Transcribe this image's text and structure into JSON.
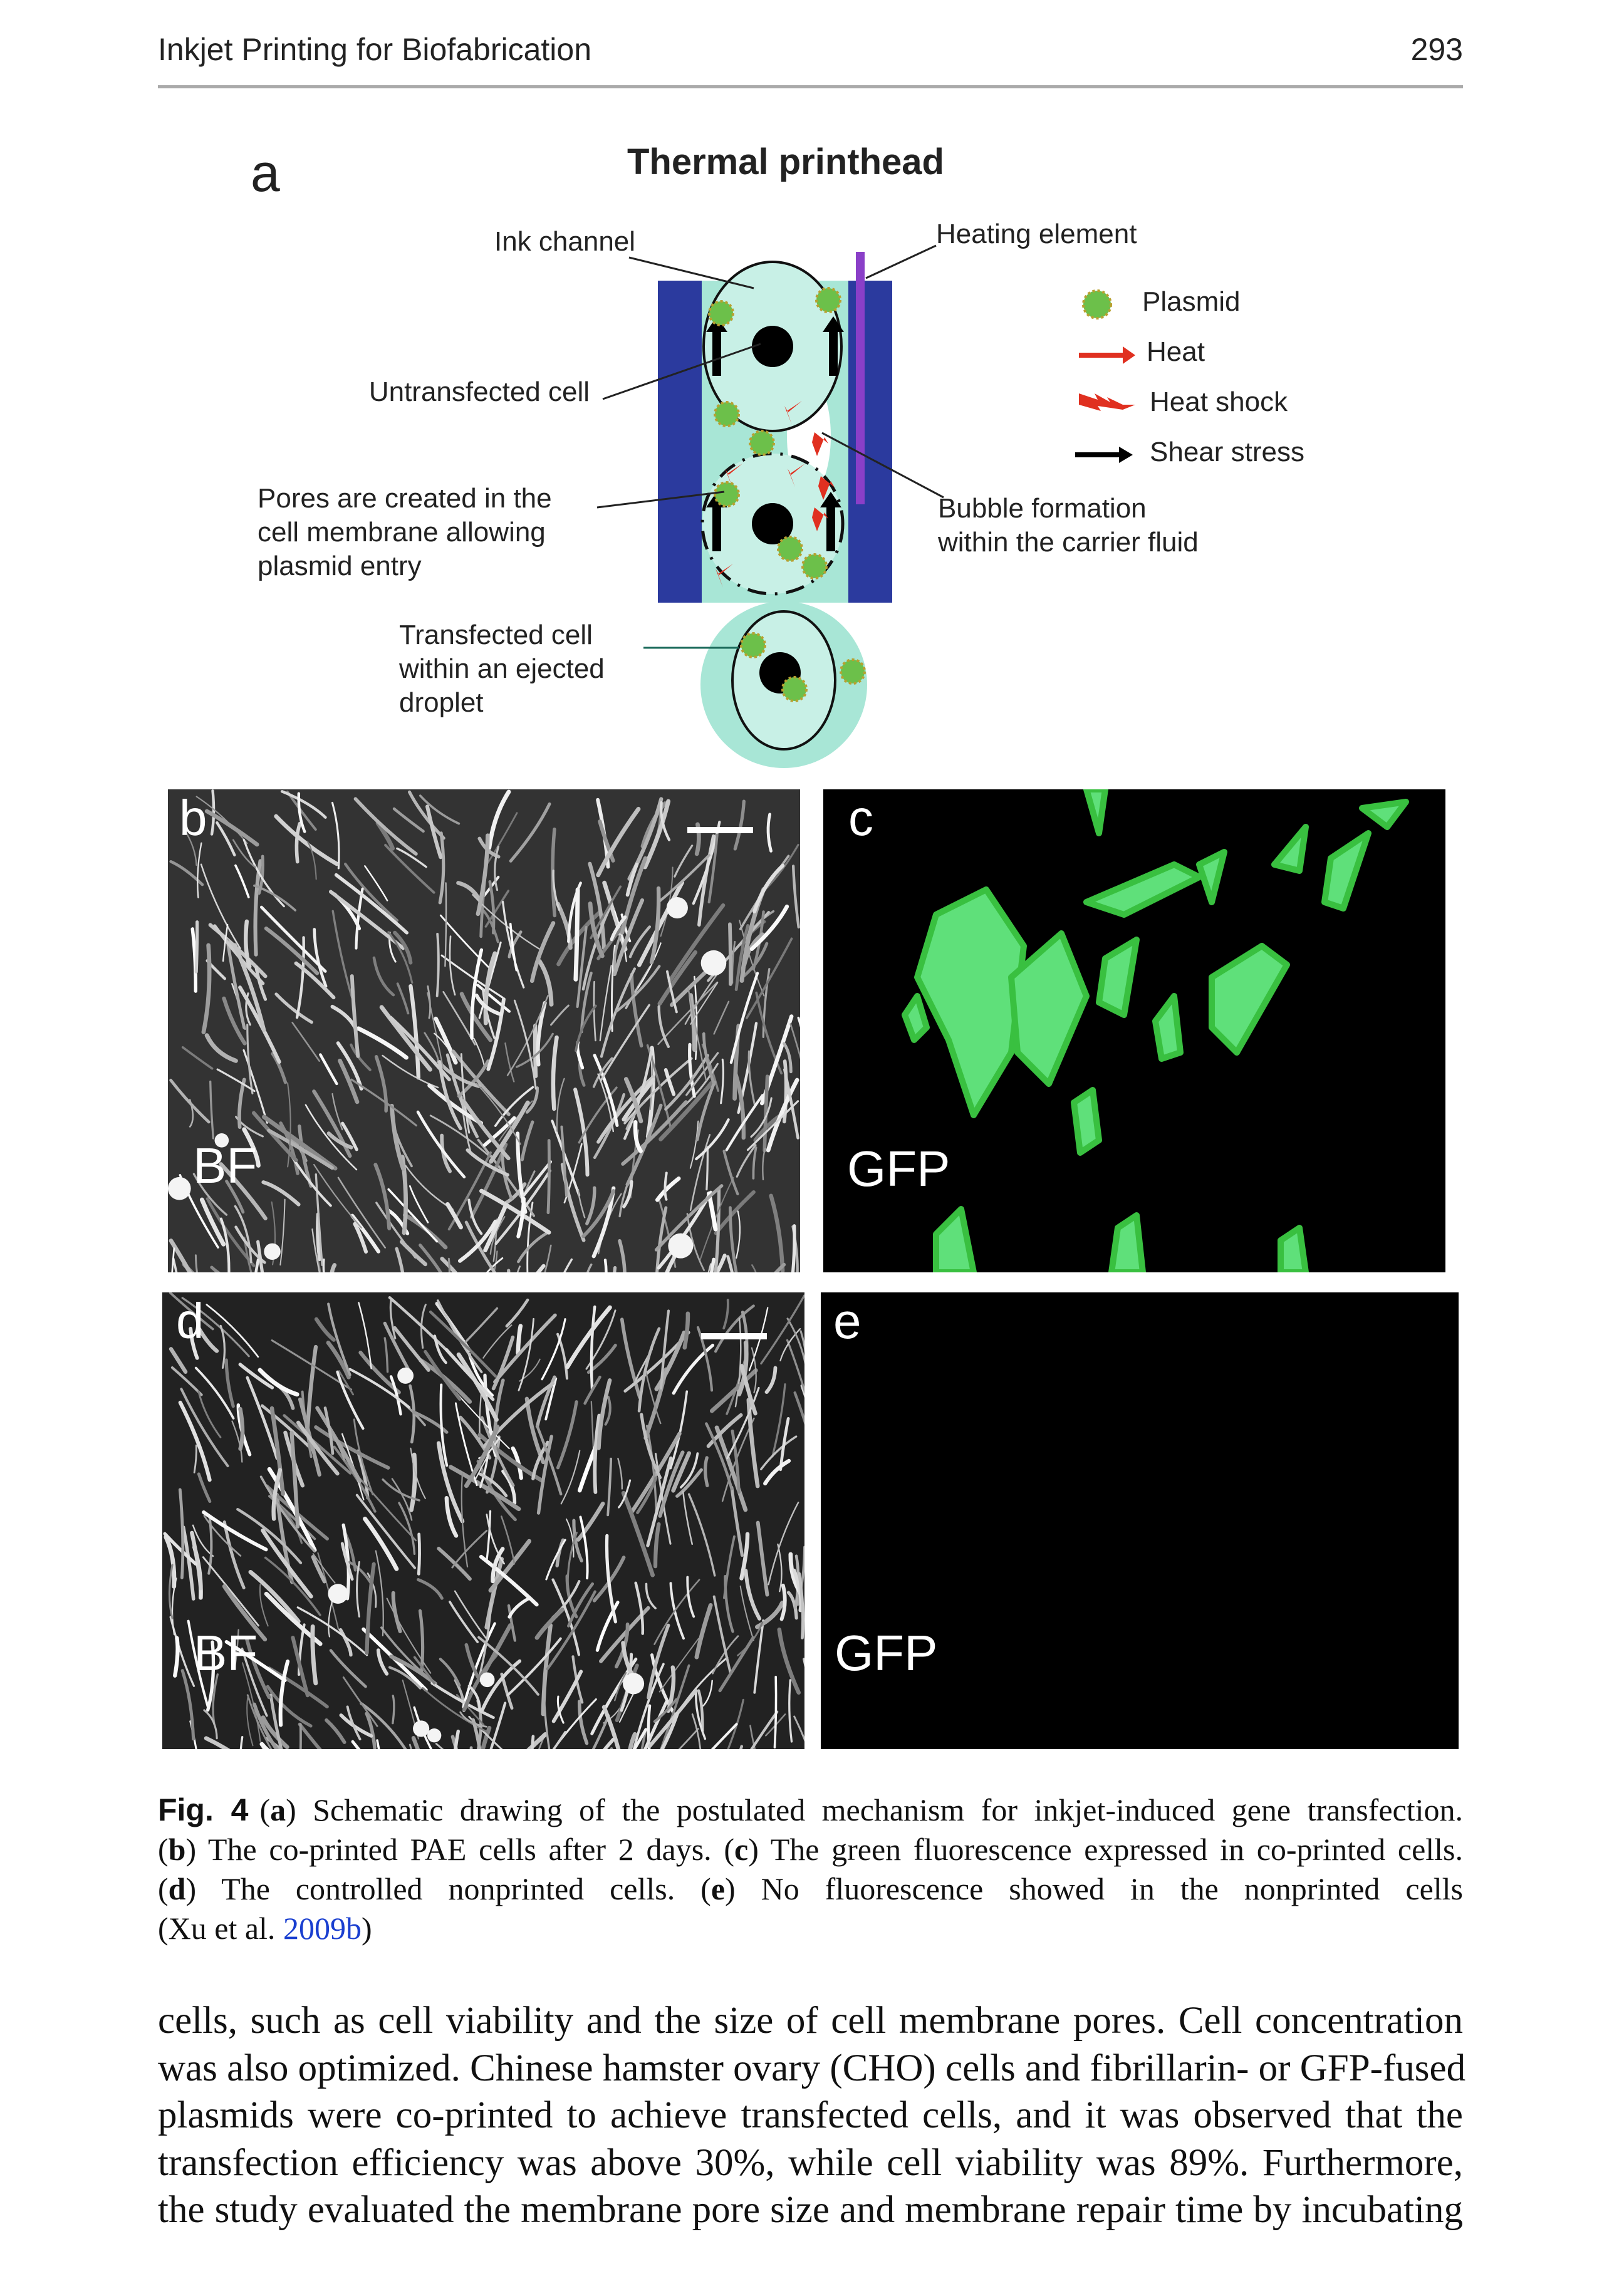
{
  "header": {
    "title": "Inkjet Printing for Biofabrication",
    "page_number": "293"
  },
  "figure": {
    "panel_a": {
      "letter": "a",
      "title": "Thermal printhead",
      "labels": {
        "ink_channel": "Ink channel",
        "heating_element": "Heating element",
        "untransfected_cell": "Untransfected cell",
        "pores": [
          "Pores are created in the",
          "cell membrane  allowing",
          "plasmid entry"
        ],
        "transfected": [
          "Transfected cell",
          "within an ejected",
          "droplet"
        ],
        "bubble": [
          "Bubble formation",
          "within the carrier fluid"
        ]
      },
      "legend": {
        "plasmid": "Plasmid",
        "heat": "Heat",
        "heat_shock": "Heat shock",
        "shear_stress": "Shear stress"
      },
      "colors": {
        "wall": "#2b3a9e",
        "fluid": "#a8e6d6",
        "heater": "#8a3fc8",
        "plasmid": "#6cc04a",
        "heat": "#e03020"
      }
    },
    "panel_b": {
      "letter": "b",
      "label": "BF"
    },
    "panel_c": {
      "letter": "c",
      "label": "GFP"
    },
    "panel_d": {
      "letter": "d",
      "label": "BF"
    },
    "panel_e": {
      "letter": "e",
      "label": "GFP"
    }
  },
  "caption": {
    "fig_label": "Fig. 4",
    "l1": {
      "o": "(",
      "k": "a",
      "t": ") Schematic drawing of the postulated mechanism for inkjet-induced gene transfection."
    },
    "l2": {
      "o": "(",
      "k1": "b",
      "t1": ") The co-printed PAE cells after 2 days. (",
      "k2": "c",
      "t2": ") The green fluorescence expressed in co-printed cells."
    },
    "l3": {
      "o": "(",
      "k1": "d",
      "t1": ") The controlled nonprinted cells. (",
      "k2": "e",
      "t2": ") No fluorescence showed in the nonprinted cells"
    },
    "l4": {
      "t": "(Xu et al. ",
      "link": "2009b",
      "c": ")"
    }
  },
  "body_lines": [
    "cells, such as cell viability and the size of cell membrane pores. Cell concentration",
    "was also optimized. Chinese hamster ovary (CHO) cells and fibrillarin- or GFP-fused",
    "plasmids were co-printed to achieve transfected cells, and it was observed that the",
    "transfection efficiency was above 30%, while cell viability was 89%. Furthermore,",
    "the study evaluated the membrane pore size and membrane repair time by incubating"
  ]
}
